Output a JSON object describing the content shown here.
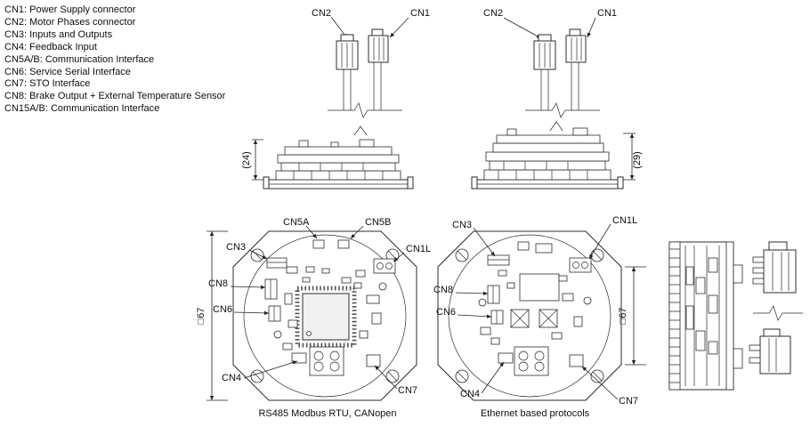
{
  "colors": {
    "line": "#2b2b2b",
    "text": "#0e0e0e",
    "background": "#ffffff"
  },
  "legend": {
    "items": [
      "CN1: Power Supply connector",
      "CN2: Motor Phases connector",
      "CN3: Inputs and Outputs",
      "CN4: Feedback Input",
      "CN5A/B: Communication Interface",
      "CN6: Service Serial Interface",
      "CN7: STO Interface",
      "CN8: Brake Output + External Temperature Sensor",
      "CN15A/B: Communication Interface"
    ]
  },
  "labels": {
    "cn1": "CN1",
    "cn2": "CN2",
    "cn3": "CN3",
    "cn4": "CN4",
    "cn5a": "CN5A",
    "cn5b": "CN5B",
    "cn6": "CN6",
    "cn7": "CN7",
    "cn8": "CN8",
    "cn1l": "CN1L"
  },
  "dimensions": {
    "height_left": "(24)",
    "height_right": "(29)",
    "square_left": "□67",
    "square_right": "□67"
  },
  "captions": {
    "left": "RS485 Modbus RTU, CANopen",
    "right": "Ethernet based protocols"
  }
}
